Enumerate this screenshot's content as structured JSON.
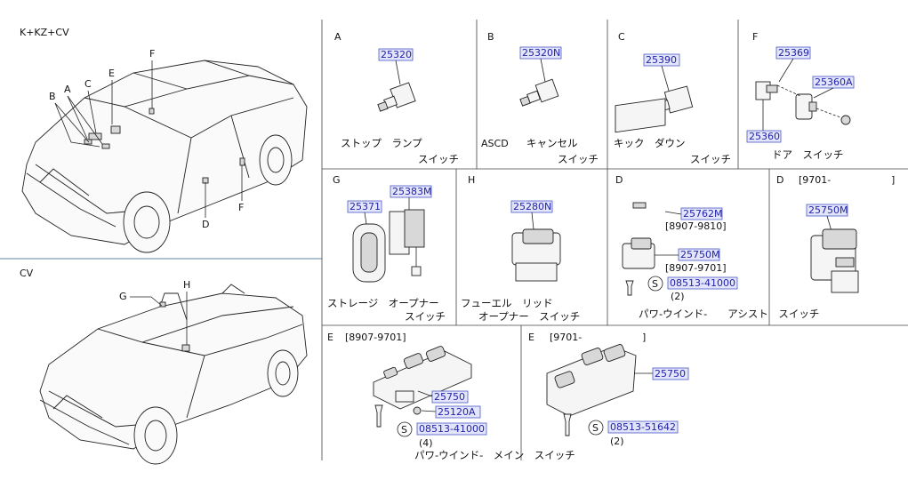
{
  "left": {
    "top_model": "K+KZ+CV",
    "bottom_model": "CV",
    "top_callouts": [
      "B",
      "A",
      "C",
      "E",
      "F",
      "D",
      "F"
    ],
    "bottom_callouts": [
      "G",
      "H"
    ]
  },
  "cells": {
    "A": {
      "letter": "A",
      "part": "25320",
      "name1": "ストップ　ランプ",
      "name2": "スイッチ"
    },
    "B": {
      "letter": "B",
      "part": "25320N",
      "prefix": "ASCD",
      "name1": "キャンセル",
      "name2": "スイッチ"
    },
    "C": {
      "letter": "C",
      "part": "25390",
      "name1": "キック　ダウン",
      "name2": "スイッチ"
    },
    "F": {
      "letter": "F",
      "parts": [
        "25369",
        "25360A",
        "25360"
      ],
      "name1": "ドア　スイッチ"
    },
    "G": {
      "letter": "G",
      "parts": [
        "25383M",
        "25371"
      ],
      "name1": "ストレージ　オープナー",
      "name2": "スイッチ"
    },
    "H": {
      "letter": "H",
      "part": "25280N",
      "name1": "フューエル　リッド",
      "name2": "オープナー　スイッチ"
    },
    "D1": {
      "letter": "D",
      "part1": "25762M",
      "date1": "[8907-9810]",
      "part2": "25750M",
      "date2": "[8907-9701]",
      "s_label": "S",
      "screw": "08513-41000",
      "qty": "(2)",
      "caption": "パワ-ウインド-　　アシスト　スイッチ"
    },
    "D2": {
      "letter": "D",
      "date": "[9701-",
      "date_close": "]",
      "part": "25750M"
    },
    "E1": {
      "letter": "E",
      "date": "[8907-9701]",
      "part": "25750",
      "part2": "25120A",
      "s_label": "S",
      "screw": "08513-41000",
      "qty": "(4)",
      "caption": "パワ-ウインド-　メイン　スイッチ"
    },
    "E2": {
      "letter": "E",
      "date": "[9701-",
      "date_close": "]",
      "part": "25750",
      "s_label": "S",
      "screw": "08513-51642",
      "qty": "(2)"
    }
  }
}
